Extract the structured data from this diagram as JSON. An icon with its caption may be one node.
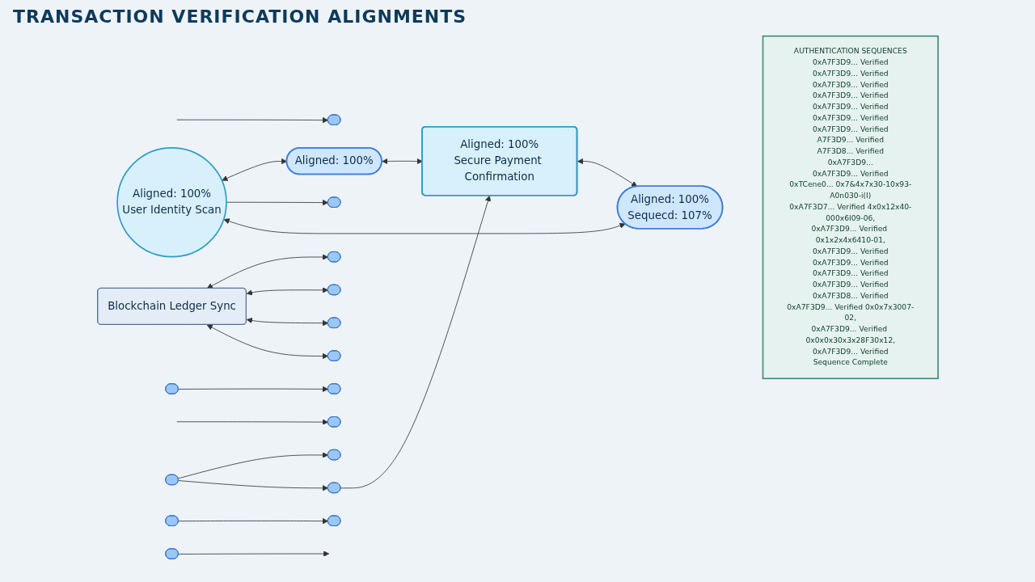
{
  "diagram": {
    "title": "TRANSACTION VERIFICATION ALIGNMENTS",
    "nodes": [
      {
        "text": [
          "Aligned: 100%",
          "User Identity Scan"
        ]
      },
      {
        "text": [
          "Aligned: 100%"
        ]
      },
      {
        "text": [],
        "shape": "bar"
      },
      {
        "text": [],
        "shape": "bar"
      },
      {
        "text": [],
        "shape": "bar"
      },
      {
        "text": [],
        "shape": "bar"
      },
      {
        "text": [],
        "shape": "bar"
      },
      {
        "text": [],
        "shape": "bar"
      },
      {
        "text": [],
        "shape": "bar"
      },
      {
        "text": [],
        "shape": "bar"
      },
      {
        "text": [],
        "shape": "bar"
      },
      {
        "text": [],
        "shape": "bar"
      },
      {
        "text": [],
        "shape": "bar"
      },
      {
        "text": [],
        "shape": "bar"
      },
      {
        "text": [],
        "shape": "bar"
      },
      {
        "text": [],
        "shape": "bar"
      },
      {
        "text": [],
        "shape": "bar"
      },
      {
        "text": [
          "Blockchain Ledger Sync"
        ]
      },
      {
        "text": [
          "Aligned: 100%",
          "Secure Payment Confirmation"
        ]
      },
      {
        "text": [
          "Aligned: 100%",
          "Sequecd: 107%"
        ]
      },
      {
        "text": [
          "AUTHENTICATION SEQUENCES",
          "0xA7F3D9... Verified",
          "0xA7F3D9... Verified",
          "0xA7F3D9... Verified",
          "0xA7F3D9... Verified",
          "0xA7F3D9... Verified",
          "0xA7F3D9... Verified",
          "0xA7F3D9... Verified",
          "A7F3D9... Verified",
          "A7F3D8... Verified",
          "0xA7F3D9...",
          "0xA7F3D9... Verified",
          "0xTCene0... 0x7&4x7x30-10x93-A0n030-i(I)",
          "0xA7F3D7... Verified 4x0x12x40-000x6I09-06,",
          "0xA7F3D9... Verified 0x1x2x4x6410-01,",
          "0xA7F3D9... Verified",
          "0xA7F3D9... Verified",
          "0xA7F3D9... Verified",
          "0xA7F3D9... Verified",
          "0xA7F3D8... Verified",
          "0xA7F3D9... Verified 0x0x7x3007-02,",
          "0xA7F3D9... Verified 0x0x0x30x3x28F30x12,",
          "0xA7F3D9... Verified",
          "Sequence Complete"
        ]
      }
    ],
    "edges": [
      {
        "from": 0,
        "to": 1,
        "arrow": "both"
      },
      {
        "from": 1,
        "to": 18,
        "arrow": "both"
      },
      {
        "from": 0,
        "to": 2,
        "arrow": "to"
      },
      {
        "from": null,
        "to": 3,
        "arrow": "to"
      },
      {
        "from": 17,
        "to": 4,
        "arrow": "both"
      },
      {
        "from": 17,
        "to": 5,
        "arrow": "both"
      },
      {
        "from": 17,
        "to": 6,
        "arrow": "both"
      },
      {
        "from": 17,
        "to": 7,
        "arrow": "both"
      },
      {
        "from": 8,
        "to": 9,
        "arrow": "to"
      },
      {
        "from": 10,
        "to": null,
        "arrow": "to"
      },
      {
        "from": null,
        "to": 11,
        "arrow": "to"
      },
      {
        "from": 12,
        "to": 13,
        "arrow": "to"
      },
      {
        "from": 12,
        "to": 14,
        "arrow": "to"
      },
      {
        "from": 14,
        "to": 18,
        "arrow": "to"
      },
      {
        "from": 15,
        "to": 16,
        "arrow": "to"
      },
      {
        "from": 0,
        "to": 19,
        "arrow": "both"
      },
      {
        "from": 18,
        "to": 19,
        "arrow": "both"
      }
    ]
  }
}
